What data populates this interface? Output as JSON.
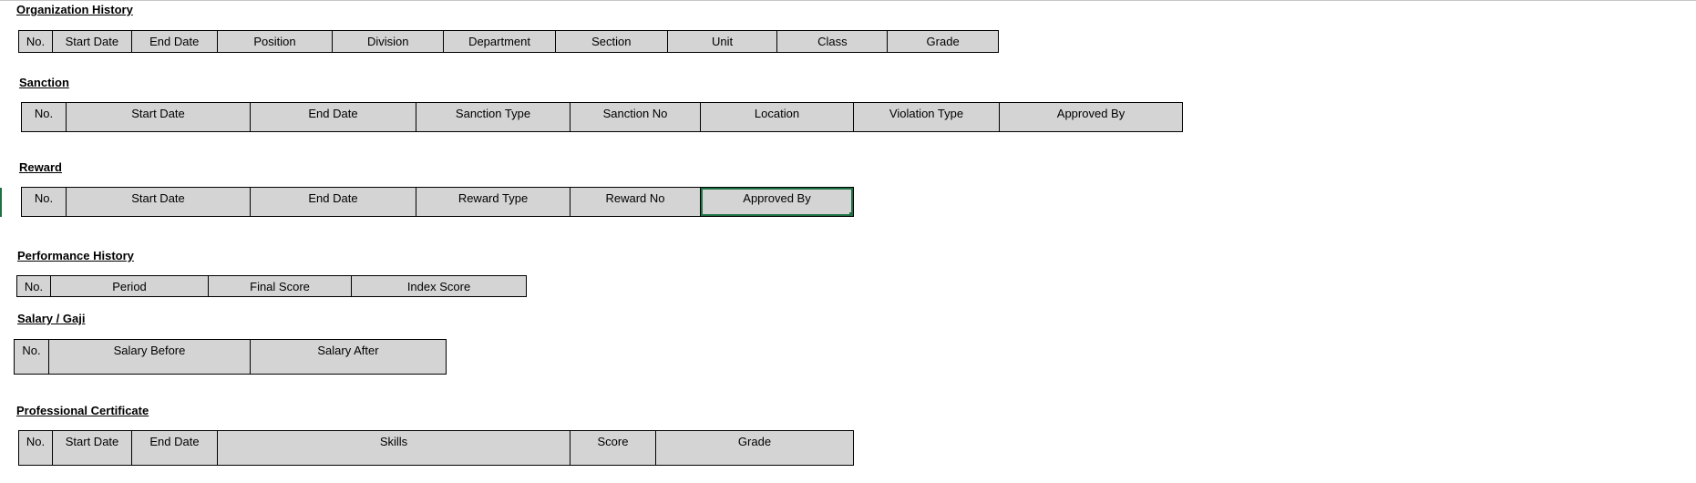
{
  "sections": {
    "organization": {
      "title": "Organization History",
      "headers": [
        "No.",
        "Start Date",
        "End Date",
        "Position",
        "Division",
        "Department",
        "Section",
        "Unit",
        "Class",
        "Grade"
      ]
    },
    "sanction": {
      "title": "Sanction",
      "headers": [
        "No.",
        "Start Date",
        "End Date",
        "Sanction Type",
        "Sanction No",
        "Location",
        "Violation Type",
        "Approved By"
      ]
    },
    "reward": {
      "title": "Reward",
      "headers": [
        "No.",
        "Start Date",
        "End Date",
        "Reward Type",
        "Reward No",
        "Approved By"
      ],
      "selected_header": "Approved By"
    },
    "performance": {
      "title": "Performance History",
      "headers": [
        "No.",
        "Period",
        "Final Score",
        "Index Score"
      ]
    },
    "salary": {
      "title": "Salary / Gaji",
      "headers": [
        "No.",
        "Salary Before",
        "Salary After"
      ]
    },
    "certificate": {
      "title": "Professional Certificate",
      "headers": [
        "No.",
        "Start Date",
        "End Date",
        "Skills",
        "Score",
        "Grade"
      ]
    }
  },
  "colors": {
    "header_fill": "#d4d4d4",
    "selection": "#1e7145"
  }
}
